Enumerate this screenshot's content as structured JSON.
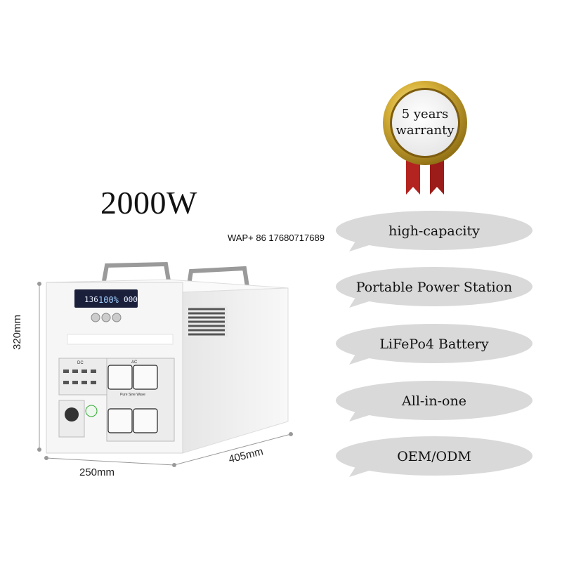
{
  "title": "2000W",
  "contact": "WAP+ 86 17680717689",
  "badge": {
    "line1": "5 years",
    "line2": "warranty"
  },
  "features": [
    "high-capacity",
    "Portable Power Station",
    "LiFePo4 Battery",
    "All-in-one",
    "OEM/ODM"
  ],
  "dimensions": {
    "height": "320mm",
    "width": "250mm",
    "depth": "405mm"
  },
  "device": {
    "display": {
      "left": "136",
      "center": "100%",
      "right": "000"
    },
    "panels": {
      "dc": "DC",
      "ac": "AC",
      "wave": "Pure Sine Wave"
    }
  },
  "colors": {
    "bubble": "#d9d9d9",
    "gold": "#c9a227",
    "ribbon": "#b3231f",
    "device": "#f2f2f2"
  }
}
